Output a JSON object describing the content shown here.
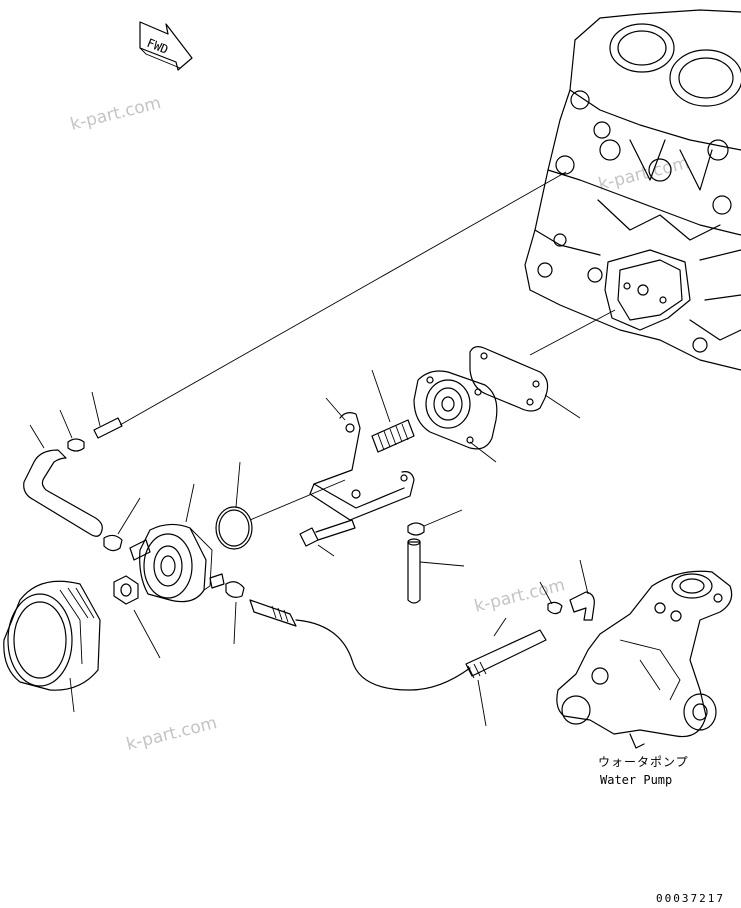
{
  "fwd_label": "FWD",
  "watermark": "k-part.com",
  "water_pump": {
    "label_jp": "ウォータポンプ",
    "label_en": "Water Pump"
  },
  "drawing_code": "00037217"
}
